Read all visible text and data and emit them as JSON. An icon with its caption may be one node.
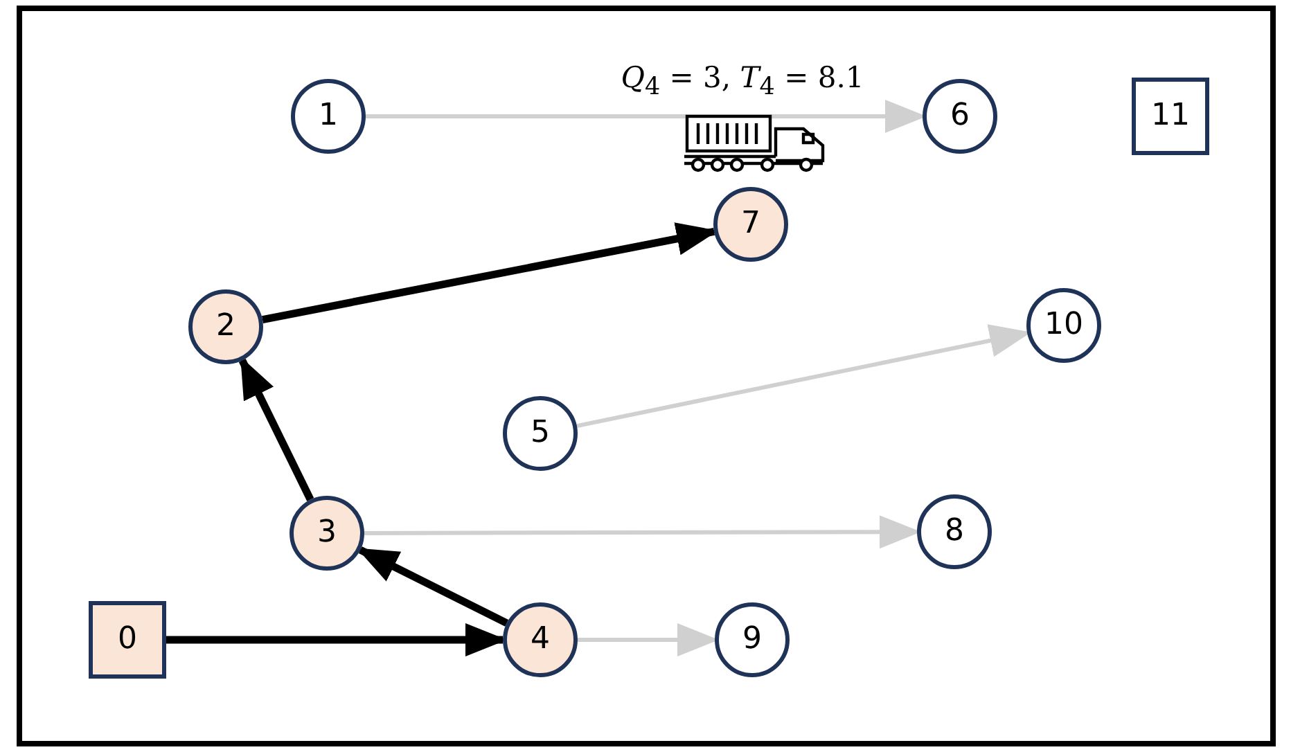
{
  "diagram": {
    "nodes": [
      {
        "text": [
          "0"
        ]
      },
      {
        "text": [
          "1"
        ]
      },
      {
        "text": [
          "2"
        ]
      },
      {
        "text": [
          "3"
        ]
      },
      {
        "text": [
          "4"
        ]
      },
      {
        "text": [
          "5"
        ]
      },
      {
        "text": [
          "6"
        ]
      },
      {
        "text": [
          "7"
        ]
      },
      {
        "text": [
          "8"
        ]
      },
      {
        "text": [
          "9"
        ]
      },
      {
        "text": [
          "10"
        ]
      },
      {
        "text": [
          "11"
        ]
      }
    ],
    "edges": [
      {
        "from": 0,
        "to": 4,
        "arrow": "to",
        "style": "thick"
      },
      {
        "from": 4,
        "to": 3,
        "arrow": "to",
        "style": "thick"
      },
      {
        "from": 3,
        "to": 2,
        "arrow": "to",
        "style": "thick"
      },
      {
        "from": 2,
        "to": 7,
        "arrow": "to",
        "style": "thick"
      },
      {
        "from": 1,
        "to": 6,
        "arrow": "to",
        "color": "#d0d0d0",
        "label": "*Q*$_{4}$ = 3, *T*$_{4}$ = 8.1"
      },
      {
        "from": 5,
        "to": 10,
        "arrow": "to",
        "color": "#d0d0d0"
      },
      {
        "from": 3,
        "to": 8,
        "arrow": "to",
        "color": "#d0d0d0"
      },
      {
        "from": 4,
        "to": 9,
        "arrow": "to",
        "color": "#d0d0d0"
      }
    ]
  }
}
